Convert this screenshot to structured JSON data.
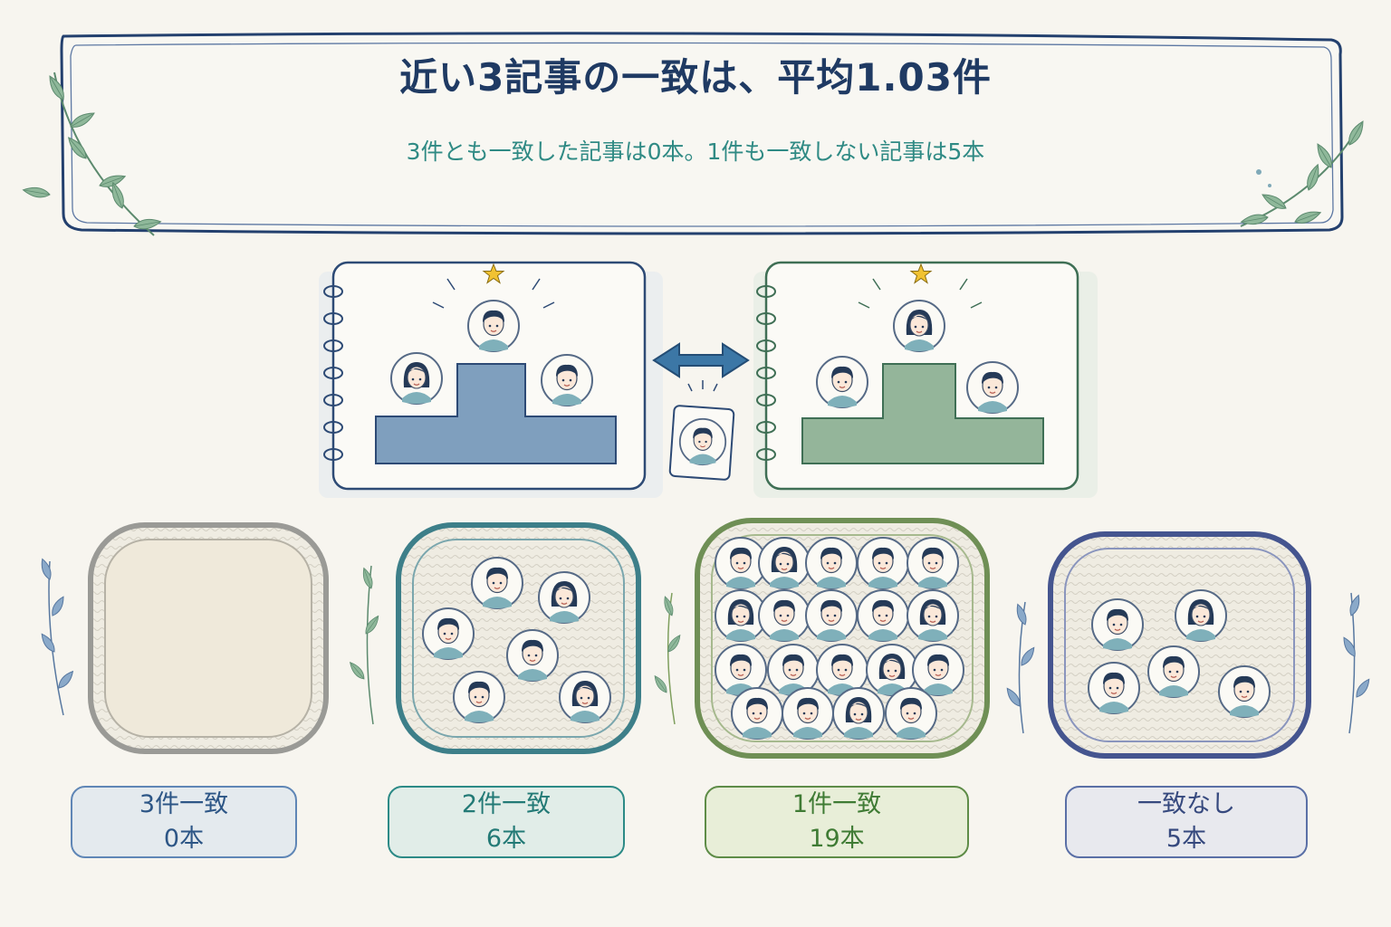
{
  "title": "近い3記事の一致は、平均1.03件",
  "subtitle": "3件とも一致した記事は0本。1件も一致しない記事は5本",
  "categories": [
    {
      "label": "3件一致",
      "count": "0本",
      "value": 0,
      "color": "#5f86b6"
    },
    {
      "label": "2件一致",
      "count": "6本",
      "value": 6,
      "color": "#2c8a86"
    },
    {
      "label": "1件一致",
      "count": "19本",
      "value": 19,
      "color": "#5e8c47"
    },
    {
      "label": "一致なし",
      "count": "5本",
      "value": 5,
      "color": "#5a6fa6"
    }
  ],
  "icons": {
    "left_notebook": "podium-notebook-icon",
    "right_notebook": "podium-notebook-icon",
    "arrow": "double-arrow-icon",
    "card": "person-card-icon",
    "star": "star-icon",
    "leaf": "leaf-branch-icon",
    "basket": "woven-basket-icon",
    "token": "person-token-icon"
  }
}
